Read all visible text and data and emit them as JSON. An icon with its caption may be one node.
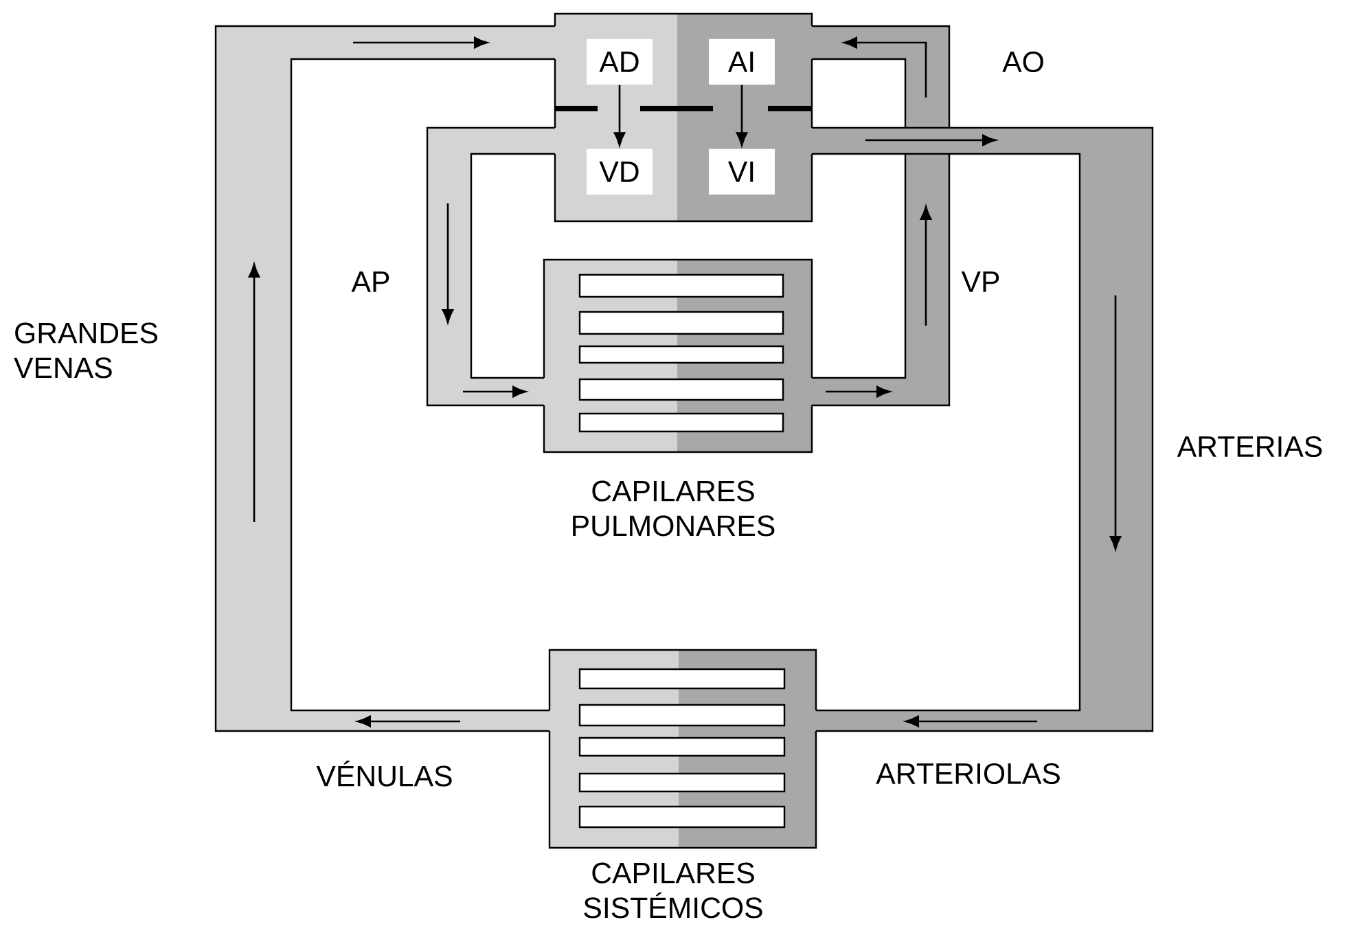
{
  "diagram": {
    "nodes": [
      {
        "text": [
          "AD"
        ]
      },
      {
        "text": [
          "AI"
        ]
      },
      {
        "text": [
          "VD"
        ]
      },
      {
        "text": [
          "VI"
        ]
      }
    ],
    "edges": [
      {
        "from": 0,
        "to": 2,
        "arrow": "to"
      },
      {
        "from": 1,
        "to": 3,
        "arrow": "to"
      }
    ],
    "labels": [
      "AO",
      "AP",
      "VP",
      "GRANDES VENAS",
      "ARTERIAS",
      "CAPILARES PULMONARES",
      "VÉNULAS",
      "ARTERIOLAS",
      "CAPILARES SISTÉMICOS"
    ]
  }
}
